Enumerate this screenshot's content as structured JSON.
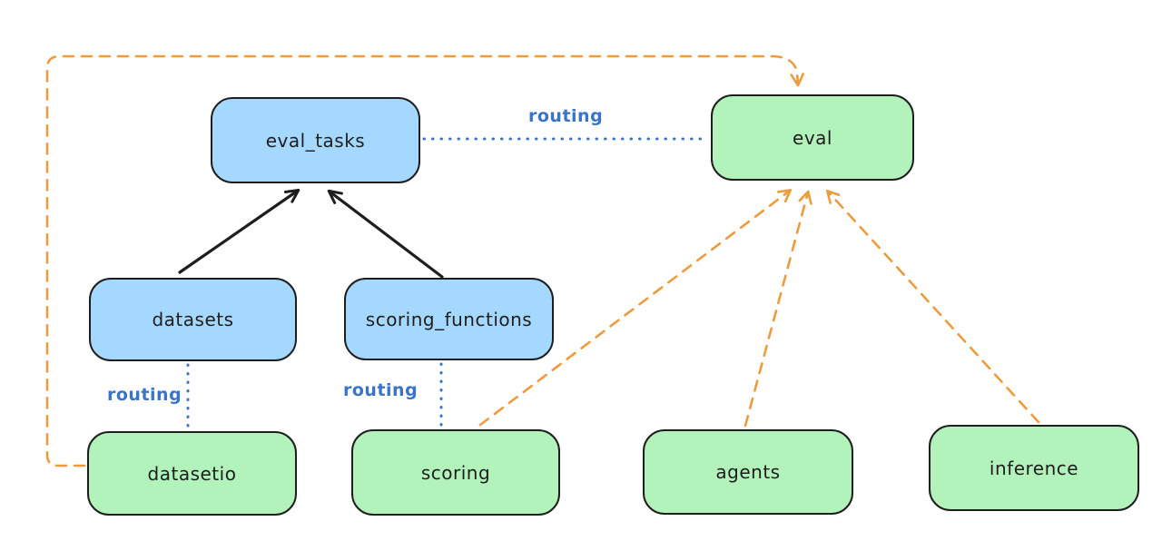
{
  "diagram": {
    "type": "flow-diagram",
    "background": "#ffffff",
    "colors": {
      "registry_fill": "#a5d8ff",
      "api_fill": "#b2f2bb",
      "node_stroke": "#1e1e1e",
      "routing_blue": "#3a74c8",
      "provider_orange": "#ee9b3e",
      "solid_arrow_black": "#1e1e1e"
    },
    "nodes": {
      "eval_tasks": {
        "label": "eval_tasks",
        "color": "blue"
      },
      "eval": {
        "label": "eval",
        "color": "green"
      },
      "datasets": {
        "label": "datasets",
        "color": "blue"
      },
      "scoring_functions": {
        "label": "scoring_functions",
        "color": "blue"
      },
      "datasetio": {
        "label": "datasetio",
        "color": "green"
      },
      "scoring": {
        "label": "scoring",
        "color": "green"
      },
      "agents": {
        "label": "agents",
        "color": "green"
      },
      "inference": {
        "label": "inference",
        "color": "green"
      }
    },
    "edges": [
      {
        "from": "datasets",
        "to": "eval_tasks",
        "style": "solid",
        "color": "black",
        "arrow": true
      },
      {
        "from": "scoring_functions",
        "to": "eval_tasks",
        "style": "solid",
        "color": "black",
        "arrow": true
      },
      {
        "from": "eval_tasks",
        "to": "eval",
        "style": "dotted",
        "color": "blue",
        "label": "routing",
        "arrow": false
      },
      {
        "from": "datasets",
        "to": "datasetio",
        "style": "dotted",
        "color": "blue",
        "label": "routing",
        "arrow": false
      },
      {
        "from": "scoring_functions",
        "to": "scoring",
        "style": "dotted",
        "color": "blue",
        "label": "routing",
        "arrow": false
      },
      {
        "from": "datasetio",
        "to": "eval",
        "style": "dashed",
        "color": "orange",
        "arrow": true
      },
      {
        "from": "scoring",
        "to": "eval",
        "style": "dashed",
        "color": "orange",
        "arrow": true
      },
      {
        "from": "agents",
        "to": "eval",
        "style": "dashed",
        "color": "orange",
        "arrow": true
      },
      {
        "from": "inference",
        "to": "eval",
        "style": "dashed",
        "color": "orange",
        "arrow": true
      }
    ]
  }
}
